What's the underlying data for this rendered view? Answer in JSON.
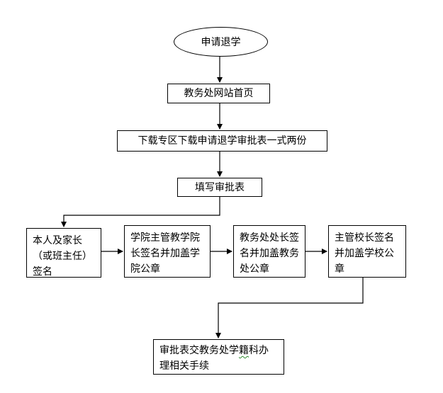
{
  "flow": {
    "start": "申请退学",
    "step1": "教务处网站首页",
    "step2": "下载专区下载申请退学审批表一式两份",
    "step3": "填写审批表",
    "row": [
      "本人及家长（或班主任）签名",
      "学院主管教学院长签名并加盖学院公章",
      "教务处处长签名并加盖教务处公章",
      "主管校长签名并加盖学校公章"
    ],
    "final_part1": "审批表交教务处学",
    "final_wavy": "籍",
    "final_part2": "科办理相关手续"
  }
}
